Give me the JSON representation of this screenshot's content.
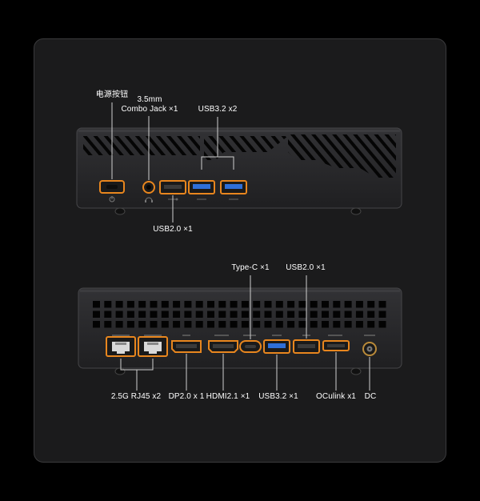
{
  "front_view": {
    "labels": {
      "power_button": "电源按钮",
      "combo_jack_line1": "3.5mm",
      "combo_jack_line2": "Combo Jack ×1",
      "usb32_front": "USB3.2 x2",
      "usb20_front": "USB2.0  ×1"
    }
  },
  "rear_view": {
    "labels": {
      "type_c": "Type-C ×1",
      "usb20_rear": "USB2.0 ×1",
      "rj45": "2.5G RJ45 x2",
      "dp": "DP2.0 x 1",
      "hdmi": "HDMI2.1 ×1",
      "usb32_rear": "USB3.2 ×1",
      "oculink": "OCulink x1",
      "dc": "DC"
    }
  },
  "colors": {
    "background": "#000000",
    "panel": "#1b1b1c",
    "device": "#2a2a2c",
    "port_outline": "#e8861e",
    "usb3_blue": "#2f6fd8",
    "leader_line": "#cfcfcf",
    "label_text": "#ffffff"
  }
}
